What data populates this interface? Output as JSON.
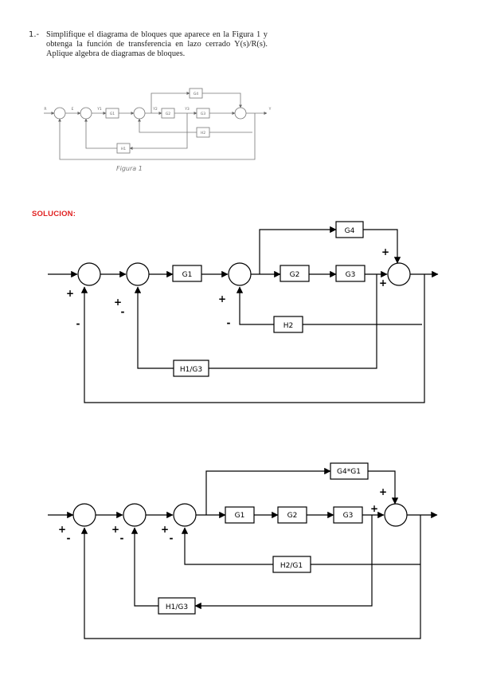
{
  "problem": {
    "number": "1.-",
    "text": "Simplifique el diagrama de bloques que aparece en la Figura 1 y obtenga la función de transferencia en lazo cerrado Y(s)/R(s). Aplique algebra de diagramas de bloques."
  },
  "figure1": {
    "caption": "Figura 1",
    "blocks": [
      "G1",
      "G2",
      "G3",
      "G4",
      "H1",
      "H2"
    ],
    "labels": {
      "input": "R",
      "output": "Y",
      "e": "E",
      "y1": "Y1",
      "y2": "Y2",
      "y3": "Y3"
    }
  },
  "solution_title": "SOLUCION:",
  "diagram1": {
    "blocks": {
      "g4": "G4",
      "g1": "G1",
      "g2": "G2",
      "g3": "G3",
      "h2": "H2",
      "h1g3": "H1/G3"
    },
    "signs": {
      "s1_plus": "+",
      "s1_minus": "-",
      "s2_plus": "+",
      "s2_minus": "-",
      "s3_plus": "+",
      "s3_minus": "-",
      "s4_top_plus": "+",
      "s4_left_plus": "+"
    }
  },
  "diagram2": {
    "blocks": {
      "g4g1": "G4*G1",
      "g1": "G1",
      "g2": "G2",
      "g3": "G3",
      "h2g1": "H2/G1",
      "h1g3": "H1/G3"
    },
    "signs": {
      "s1_plus": "+",
      "s1_minus": "-",
      "s2_plus": "+",
      "s2_minus": "-",
      "s3_plus": "+",
      "s3_minus": "-",
      "s4_top_plus": "+",
      "s4_left_plus": "+"
    }
  }
}
